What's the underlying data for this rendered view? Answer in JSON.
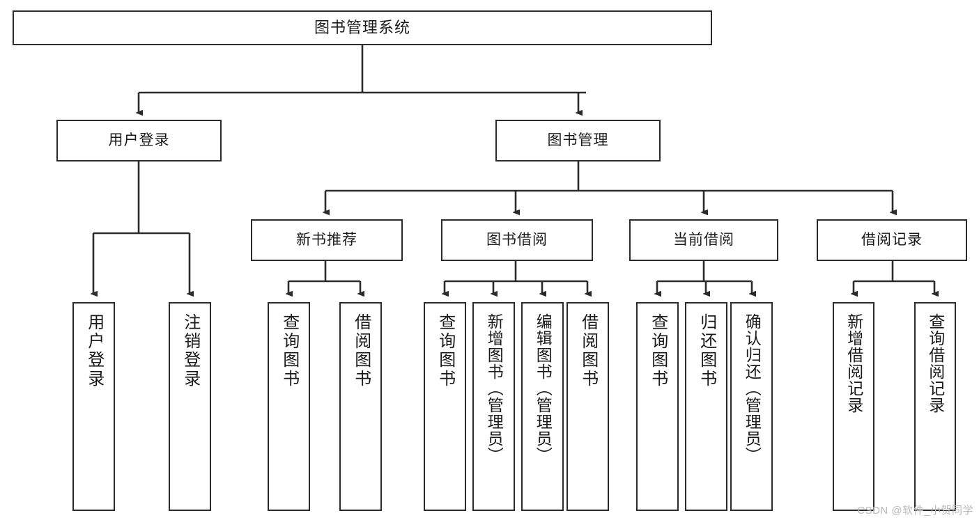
{
  "diagram": {
    "type": "tree",
    "title": "图书管理系统",
    "line_color": "#2b2b2b",
    "box_fill": "#ffffff",
    "text_color": "#1a1a1a",
    "nodes": {
      "root": {
        "label": "图书管理系统"
      },
      "level2": [
        {
          "label": "用户登录"
        },
        {
          "label": "图书管理"
        }
      ],
      "level3": [
        {
          "label": "新书推荐"
        },
        {
          "label": "图书借阅"
        },
        {
          "label": "当前借阅"
        },
        {
          "label": "借阅记录"
        }
      ],
      "leaves": {
        "user_login": [
          {
            "label": "用户登录"
          },
          {
            "label": "注销登录"
          }
        ],
        "new_book": [
          {
            "label": "查询图书"
          },
          {
            "label": "借阅图书"
          }
        ],
        "book_borrow": [
          {
            "label": "查询图书"
          },
          {
            "label": "新增图书（管理员）"
          },
          {
            "label": "编辑图书（管理员）"
          },
          {
            "label": "借阅图书"
          }
        ],
        "current_borrow": [
          {
            "label": "查询图书"
          },
          {
            "label": "归还图书"
          },
          {
            "label": "确认归还（管理员）"
          }
        ],
        "borrow_record": [
          {
            "label": "新增借阅记录"
          },
          {
            "label": "查询借阅记录"
          }
        ]
      }
    }
  },
  "watermark": {
    "text": "CSDN @软件_小贺同学",
    "color": "#b9b9b9"
  }
}
